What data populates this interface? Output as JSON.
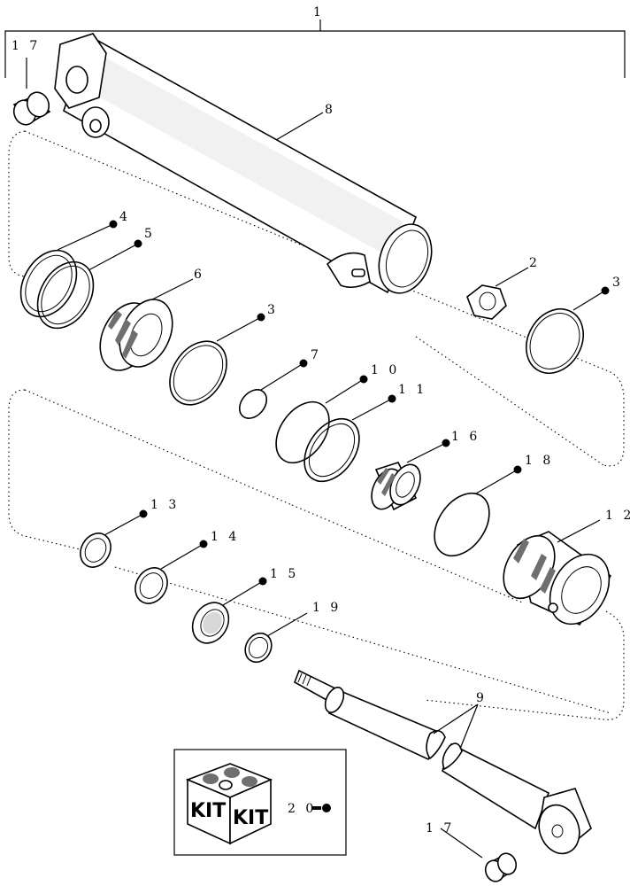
{
  "diagram": {
    "callouts": {
      "c1": "1",
      "c2": "2",
      "c3a": "3",
      "c3b": "3",
      "c4": "4",
      "c5": "5",
      "c6": "6",
      "c7": "7",
      "c8": "8",
      "c9": "9",
      "c10": "1 0",
      "c11": "1 1",
      "c12": "1 2",
      "c13": "1 3",
      "c14": "1 4",
      "c15": "1 5",
      "c16": "1 6",
      "c17a": "1 7",
      "c17b": "1 7",
      "c18": "1 8",
      "c19": "1 9",
      "c20": "2 0"
    },
    "kit": {
      "label_left": "KIT",
      "label_right": "KIT"
    }
  }
}
